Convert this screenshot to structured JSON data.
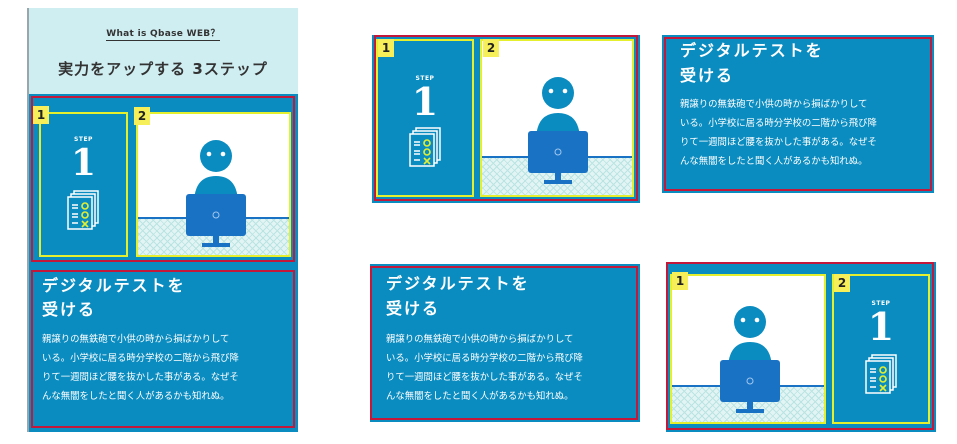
{
  "phone": {
    "kicker": "What is Qbase WEB？",
    "title": "実力をアップする 3ステップ"
  },
  "step": {
    "label": "STEP",
    "number": "1",
    "badge1": "1",
    "badge2": "2"
  },
  "card": {
    "title_line1": "デジタルテストを",
    "title_line2": "受ける",
    "body_line1": "親譲りの無鉄砲で小供の時から損ばかりして",
    "body_line2": "いる。小学校に居る時分学校の二階から飛び降",
    "body_line3": "りて一週間ほど腰を抜かした事がある。なぜそ",
    "body_line4": "んな無闇をしたと聞く人があるかも知れぬ。"
  },
  "colors": {
    "panel": "#0a8cc0",
    "header_bg": "#cfeef2",
    "frame_red": "#c4183a",
    "frame_yellow": "#e6ef2e",
    "badge_yellow": "#f6ef5a",
    "monitor": "#1a72c4"
  },
  "icons": [
    "checklist-icon",
    "person-at-computer-illustration"
  ]
}
